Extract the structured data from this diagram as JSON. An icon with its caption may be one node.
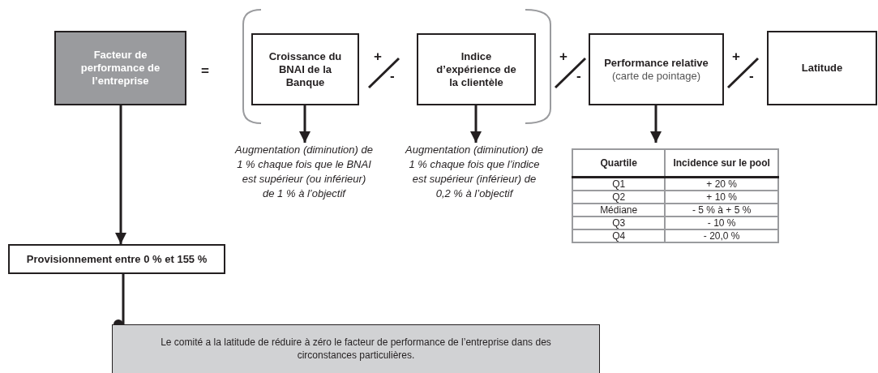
{
  "diagram": {
    "nodes": [
      {
        "text": [
          "Facteur de performance de l’entreprise"
        ]
      },
      {
        "text": [
          "Croissance du BNAI de la Banque"
        ]
      },
      {
        "text": [
          "Indice d’expérience de la clientèle"
        ]
      },
      {
        "text": [
          "Performance relative",
          "(carte de pointage)"
        ]
      },
      {
        "text": [
          "Latitude"
        ]
      },
      {
        "text": [
          "Augmentation (diminution) de 1 % chaque fois que le BNAI est supérieur (ou inférieur) de 1 % à l’objectif"
        ]
      },
      {
        "text": [
          "Augmentation (diminution) de 1 % chaque fois que l’indice est supérieur (inférieur) de 0,2 % à l’objectif"
        ]
      },
      {
        "text": [
          "Quartile",
          "Incidence sur le pool",
          "Q1",
          "+ 20 %",
          "Q2",
          "+ 10 %",
          "Médiane",
          "- 5 % à + 5 %",
          "Q3",
          "- 10 %",
          "Q4",
          "- 20,0 %"
        ]
      },
      {
        "text": [
          "Provisionnement entre 0 % et 155 %"
        ]
      },
      {
        "text": [
          "Le comité a la latitude de réduire à zéro le facteur de performance de l’entreprise dans des circonstances particulières."
        ]
      }
    ],
    "edges": [
      {
        "from": 0,
        "to": 8,
        "arrow": "to"
      },
      {
        "from": 1,
        "to": 5,
        "arrow": "to"
      },
      {
        "from": 2,
        "to": 6,
        "arrow": "to"
      },
      {
        "from": 3,
        "to": 7,
        "arrow": "to"
      },
      {
        "from": 8,
        "to": 9,
        "arrow": "other"
      }
    ],
    "labels": [
      "=",
      "+",
      "-",
      "+",
      "-",
      "+",
      "-"
    ]
  }
}
